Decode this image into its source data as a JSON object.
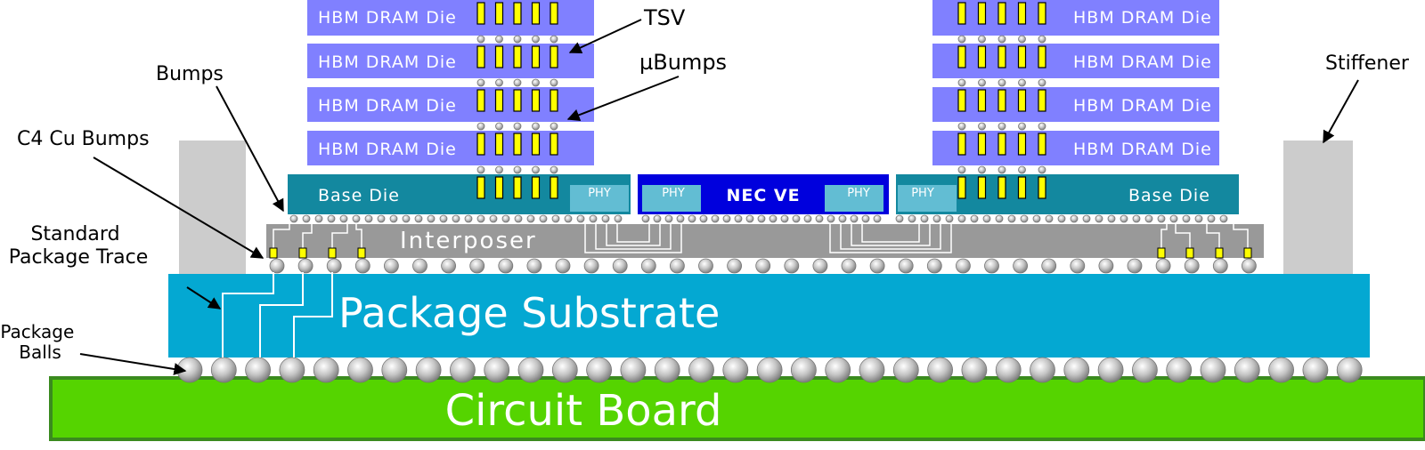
{
  "title": "",
  "colors": {
    "hbm_die": "#8080ff",
    "base_die": "#13889f",
    "nec_ve": "#0000dd",
    "phy": "#62bdd3",
    "interposer": "#999999",
    "substrate": "#04a8d2",
    "board": "#55d400",
    "board_border": "#3a8a1e",
    "stiffener": "#cccccc",
    "tsv": "#ffff00",
    "ball": "#bbbbbb"
  },
  "components": {
    "hbm_die": "HBM DRAM Die",
    "base_die": "Base Die",
    "nec_ve": "NEC VE",
    "phy": "PHY",
    "interposer": "Interposer",
    "package_substrate": "Package Substrate",
    "circuit_board": "Circuit Board"
  },
  "callouts": {
    "tsv": "TSV",
    "ubumps": "µBumps",
    "bumps": "Bumps",
    "stiffener": "Stiffener",
    "c4_cu_bumps": "C4 Cu Bumps",
    "standard_package_trace": [
      "Standard",
      "Package Trace"
    ],
    "package_balls": [
      "Package",
      "Balls"
    ]
  }
}
